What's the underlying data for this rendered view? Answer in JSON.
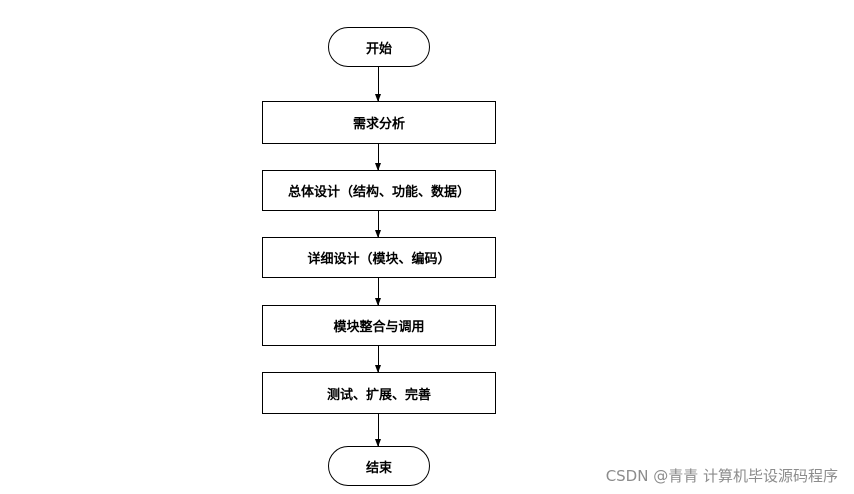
{
  "flowchart": {
    "start": "开始",
    "steps": [
      "需求分析",
      "总体设计（结构、功能、数据）",
      "详细设计（模块、编码）",
      "模块整合与调用",
      "测试、扩展、完善"
    ],
    "end": "结束"
  },
  "watermark": "CSDN @青青  计算机毕设源码程序"
}
